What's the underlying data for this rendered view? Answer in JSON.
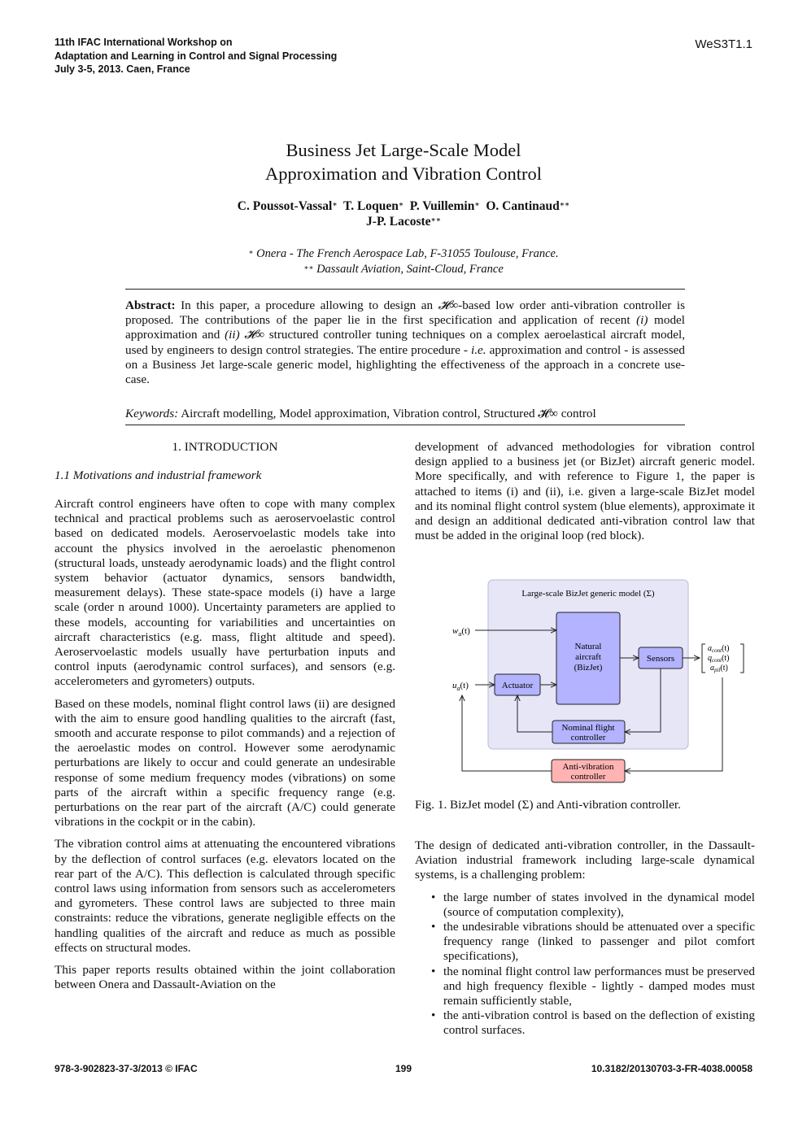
{
  "header": {
    "line1": "11th IFAC International Workshop on",
    "line2": "Adaptation and Learning in Control and Signal Processing",
    "line3": "July 3-5, 2013. Caen, France",
    "session_code": "WeS3T1.1"
  },
  "title": {
    "line1": "Business Jet Large-Scale Model",
    "line2": "Approximation and Vibration Control"
  },
  "authors": {
    "line1": [
      {
        "name": "C. Poussot-Vassal",
        "mark": "∗"
      },
      {
        "name": "T. Loquen",
        "mark": "∗"
      },
      {
        "name": "P. Vuillemin",
        "mark": "∗"
      },
      {
        "name": "O. Cantinaud",
        "mark": "∗∗"
      }
    ],
    "line2": [
      {
        "name": "J-P. Lacoste",
        "mark": "∗∗"
      }
    ]
  },
  "affiliations": [
    {
      "mark": "∗",
      "text": "Onera - The French Aerospace Lab, F-31055 Toulouse, France."
    },
    {
      "mark": "∗∗",
      "text": "Dassault Aviation, Saint-Cloud, France"
    }
  ],
  "abstract": {
    "label": "Abstract:",
    "pre": "In this paper, a procedure allowing to design an ",
    "hinf": "𝓗∞",
    "mid1": "-based low order anti-vibration controller is proposed. The contributions of the paper lie in the first specification and application of recent ",
    "i1": "(i)",
    "mid2": " model approximation and ",
    "i2": "(ii)",
    "mid3": " structured controller tuning techniques on a complex aeroelastical aircraft model, used by engineers to design control strategies. The entire procedure - ",
    "ie": "i.e.",
    "post": " approximation and control - is assessed on a Business Jet large-scale generic model, highlighting the effectiveness of the approach in a concrete use-case."
  },
  "keywords": {
    "label": "Keywords:",
    "text": "Aircraft modelling, Model approximation, Vibration control, Structured 𝓗∞ control"
  },
  "section1": {
    "title": "1. INTRODUCTION",
    "subtitle": "1.1 Motivations and industrial framework"
  },
  "left_col": {
    "p1": "Aircraft control engineers have often to cope with many complex technical and practical problems such as aeroservoelastic control based on dedicated models. Aeroservoelastic models take into account the physics involved in the aeroelastic phenomenon (structural loads, unsteady aerodynamic loads) and the flight control system behavior (actuator dynamics, sensors bandwidth, measurement delays). These state-space models (i) have a large scale (order n around 1000). Uncertainty parameters are applied to these models, accounting for variabilities and uncertainties on aircraft characteristics (e.g. mass, flight altitude and speed). Aeroservoelastic models usually have perturbation inputs and control inputs (aerodynamic control surfaces), and sensors (e.g. accelerometers and gyrometers) outputs.",
    "p2": "Based on these models, nominal flight control laws (ii) are designed with the aim to ensure good handling qualities to the aircraft (fast, smooth and accurate response to pilot commands) and a rejection of the aeroelastic modes on control. However some aerodynamic perturbations are likely to occur and could generate an undesirable response of some medium frequency modes (vibrations) on some parts of the aircraft within a specific frequency range (e.g. perturbations on the rear part of the aircraft (A/C) could generate vibrations in the cockpit or in the cabin).",
    "p3": "The vibration control aims at attenuating the encountered vibrations by the deflection of control surfaces (e.g. elevators located on the rear part of the A/C). This deflection is calculated through specific control laws using information from sensors such as accelerometers and gyrometers. These control laws are subjected to three main constraints: reduce the vibrations, generate negligible effects on the handling qualities of the aircraft and reduce as much as possible effects on structural modes.",
    "p4": "This paper reports results obtained within the joint collaboration between Onera and Dassault-Aviation on the"
  },
  "right_col": {
    "p1": "development of advanced methodologies for vibration control design applied to a business jet (or BizJet) aircraft generic model. More specifically, and with reference to Figure 1, the paper is attached to items (i) and (ii), i.e. given a large-scale BizJet model and its nominal flight control system (blue elements), approximate it and design an additional dedicated anti-vibration control law that must be added in the original loop (red block).",
    "p2": "The design of dedicated anti-vibration controller, in the Dassault-Aviation industrial framework including large-scale dynamical systems, is a challenging problem:",
    "bullets": [
      "the large number of states involved in the dynamical model (source of computation complexity),",
      "the undesirable vibrations should be attenuated over a specific frequency range (linked to passenger and pilot comfort specifications),",
      "the nominal flight control law performances must be preserved and high frequency flexible - lightly - damped modes must remain sufficiently stable,",
      "the anti-vibration control is based on the deflection of existing control surfaces."
    ]
  },
  "figure": {
    "group_label": "Large-scale BizJet generic model (Σ)",
    "input_w": "w",
    "input_w_sub": "a",
    "input_u": "u",
    "input_u_sub": "a",
    "arg": "(t)",
    "natural_l1": "Natural",
    "natural_l2": "aircraft",
    "natural_l3": "(BizJet)",
    "sensors": "Sensors",
    "actuator": "Actuator",
    "nominal_l1": "Nominal flight",
    "nominal_l2": "controller",
    "antivib_l1": "Anti-vibration",
    "antivib_l2": "controller",
    "out1": "a",
    "out1_sub": "cont",
    "out2": "q",
    "out2_sub": "cont",
    "out3": "a",
    "out3_sub": "pil",
    "caption": "Fig. 1. BizJet model (Σ) and Anti-vibration controller.",
    "colors": {
      "group_fill": "#e6e6f7",
      "group_stroke": "#b8b8d8",
      "blue_fill": "#b3b3ff",
      "red_fill": "#ffb3b3"
    }
  },
  "footer": {
    "isbn": "978-3-902823-37-3/2013 © IFAC",
    "page": "199",
    "doi": "10.3182/20130703-3-FR-4038.00058"
  }
}
